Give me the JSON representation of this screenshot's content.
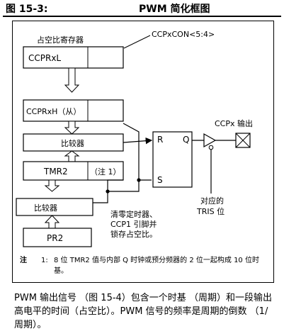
{
  "figure": {
    "number": "图 15-3:",
    "title": "PWM 简化框图"
  },
  "diagram": {
    "duty_cycle_register_label": "占空比寄存器",
    "ccpxcon_label": "CCPxCON<5:4>",
    "ccprxl": "CCPRxL",
    "ccprxh": "CCPRxH（从）",
    "comparator_top": "比较器",
    "tmr2": "TMR2",
    "tmr2_note": "（注 1）",
    "comparator_bottom": "比较器",
    "pr2": "PR2",
    "flipflop_r": "R",
    "flipflop_q": "Q",
    "flipflop_s": "S",
    "ccpx_output": "CCPx 输出",
    "tris_line1": "对应的",
    "tris_line2": "TRIS 位",
    "clear_line1": "清零定时器、",
    "clear_line2": "CCP1 引脚并",
    "clear_line3": "锁存占空比。"
  },
  "note": {
    "label": "注",
    "number": "1:",
    "text": "8 位 TMR2 值与内部 Q 时钟或预分频器的 2 位一起构成 10 位时基。"
  },
  "paragraph": "PWM 输出信号 （图 15-4）包含一个时基 （周期）和一段输出高电平的时间（占空比）。PWM 信号的频率是周期的倒数 （1/ 周期）。"
}
